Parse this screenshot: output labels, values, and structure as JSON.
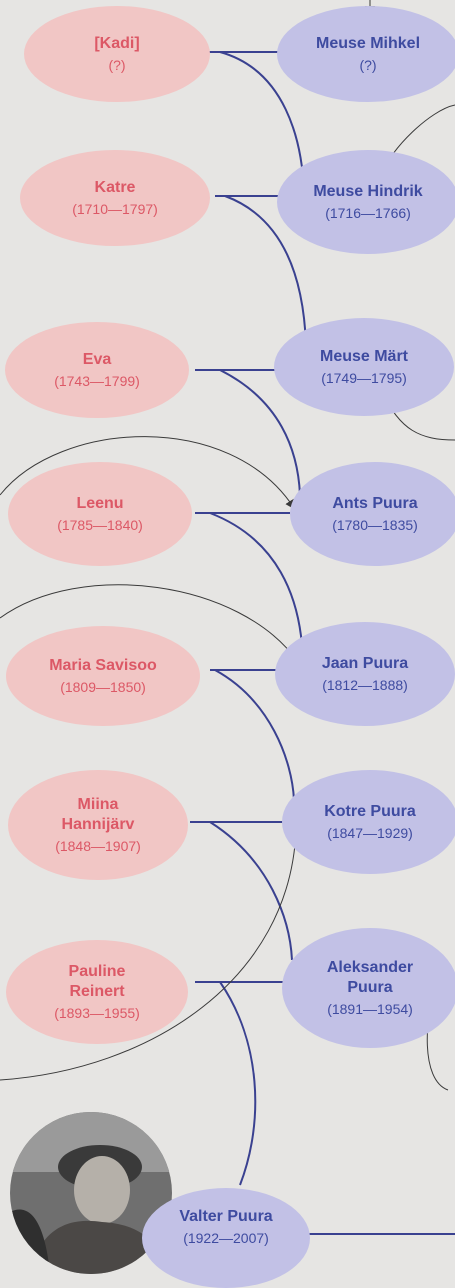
{
  "colors": {
    "mother_fill": "#f1c6c5",
    "mother_text": "#dc5866",
    "father_fill": "#c2c1e6",
    "father_text": "#3e4ba0",
    "connector": "#3a4190",
    "annotation_line": "#3a3a3a"
  },
  "generations": [
    {
      "mother": {
        "name": "[Kadi]",
        "years": "(?)"
      },
      "father": {
        "name": "Meuse Mihkel",
        "years": "(?)"
      }
    },
    {
      "mother": {
        "name": "Katre",
        "years": "(1710—1797)"
      },
      "father": {
        "name": "Meuse Hindrik",
        "years": "(1716—1766)"
      }
    },
    {
      "mother": {
        "name": "Eva",
        "years": "(1743—1799)"
      },
      "father": {
        "name": "Meuse Märt",
        "years": "(1749—1795)"
      }
    },
    {
      "mother": {
        "name": "Leenu",
        "years": "(1785—1840)"
      },
      "father": {
        "name": "Ants Puura",
        "years": "(1780—1835)"
      }
    },
    {
      "mother": {
        "name": "Maria Savisoo",
        "years": "(1809—1850)"
      },
      "father": {
        "name": "Jaan Puura",
        "years": "(1812—1888)"
      }
    },
    {
      "mother": {
        "name": "Miina Hannijärv",
        "years": "(1848—1907)"
      },
      "father": {
        "name": "Kotre Puura",
        "years": "(1847—1929)"
      }
    },
    {
      "mother": {
        "name": "Pauline Reinert",
        "years": "(1893—1955)"
      },
      "father": {
        "name": "Aleksander Puura",
        "years": "(1891—1954)"
      }
    }
  ],
  "descendant": {
    "name": "Valter Puura",
    "years": "(1922—2007)",
    "photo": "portrait-photo"
  }
}
